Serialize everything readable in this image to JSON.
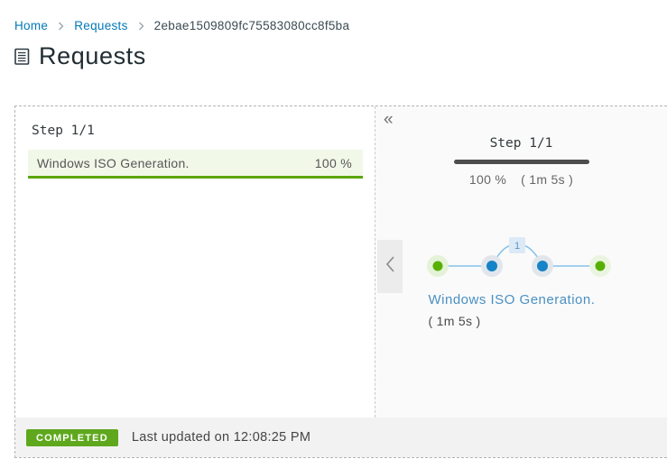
{
  "breadcrumb": {
    "items": [
      {
        "label": "Home"
      },
      {
        "label": "Requests"
      },
      {
        "label": "2ebae1509809fc75583080cc8f5ba"
      }
    ]
  },
  "header": {
    "title": "Requests"
  },
  "left_panel": {
    "step_heading": "Step 1/1",
    "task": {
      "name": "Windows ISO Generation.",
      "progress": "100 %"
    }
  },
  "right_panel": {
    "step_heading": "Step 1/1",
    "progress": "100 %",
    "duration": "( 1m 5s )",
    "timeline": {
      "badge_count": "1"
    },
    "task": {
      "name": "Windows ISO Generation.",
      "duration": "( 1m 5s )"
    }
  },
  "status_bar": {
    "badge": "COMPLETED",
    "message": "Last updated on 12:08:25 PM"
  },
  "colors": {
    "link_blue": "#0079b8",
    "success_green": "#5fa81d",
    "progress_green": "#5aa700",
    "node_blue": "#1583c7",
    "node_green": "#57b000",
    "timeline_line": "#86c1ea",
    "task_link_blue": "#4a90c2"
  }
}
